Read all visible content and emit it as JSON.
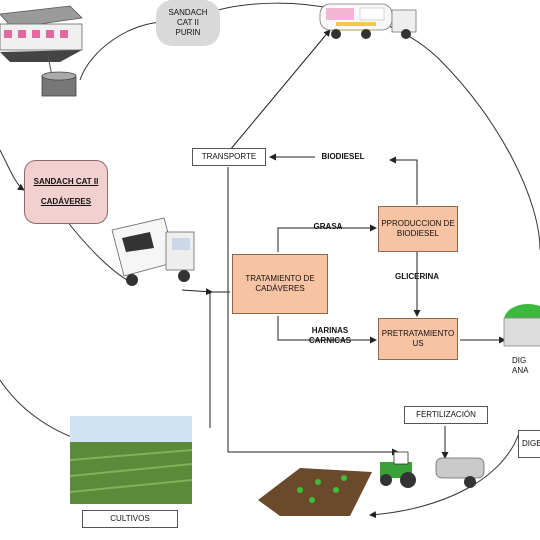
{
  "nodes": {
    "sandach_purin": [
      "SANDACH",
      "CAT II",
      "PURIN"
    ],
    "sandach_cadaveres": {
      "line1": "SANDACH CAT II",
      "line2": "CADÁVERES"
    },
    "transporte": "TRANSPORTE",
    "biodiesel": "BIODIESEL",
    "grasa": "GRASA",
    "produccion_biodiesel": "PPRODUCCION DE BIODIESEL",
    "tratamiento": "TRATAMIENTO DE CADÁVERES",
    "glicerina": "GLICERINA",
    "harinas": [
      "HARINAS",
      "CARNICAS"
    ],
    "pretratamiento": "PRETRATAMIENTO US",
    "digestor": [
      "DIG",
      "ANA"
    ],
    "fertilizacion": "FERTILIZACIÓN",
    "digestato": "DIGE",
    "cultivos": "CULTIVOS"
  },
  "colors": {
    "peach": "#f7c3a3",
    "pink": "#f3d0d0",
    "grey_bubble": "#d9d9d9",
    "arrow": "#222222",
    "digestor_green": "#3dba3d"
  },
  "icons": [
    "pig-farm-icon",
    "tank-truck-icon",
    "livestock-truck-icon",
    "digester-icon",
    "crop-field-photo",
    "tilled-field-icon",
    "tractor-tanker-icon"
  ]
}
